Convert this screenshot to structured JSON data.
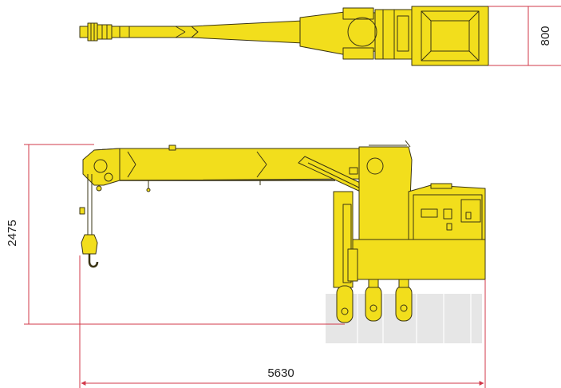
{
  "dimensions": {
    "width_label": "800",
    "height_label": "2475",
    "length_label": "5630"
  },
  "colors": {
    "body": "#f2de1c",
    "outline": "#3a3414",
    "dimension_line": "#d2384a",
    "ground": "#e6e6e6"
  }
}
